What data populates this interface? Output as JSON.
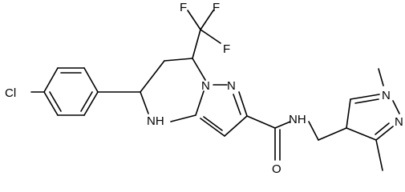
{
  "diagram": {
    "type": "chemical-structure",
    "atom_labels": {
      "chlorine": "Cl",
      "fluorine_top_left": "F",
      "fluorine_top_right": "F",
      "fluorine_right": "F",
      "ring_nitrogen_bridge": "N",
      "ring_nitrogen_right": "N",
      "amine_nh": "NH",
      "amide_nh": "NH",
      "amide_oxygen": "O",
      "pyrazole_n1": "N",
      "pyrazole_n2": "N"
    }
  }
}
